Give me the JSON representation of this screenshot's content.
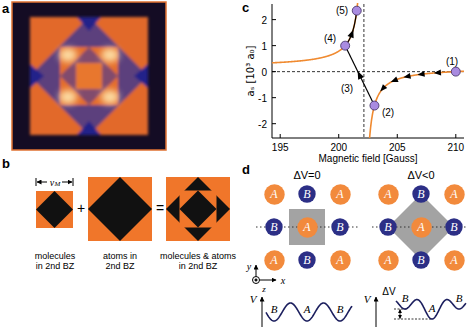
{
  "diagram": {
    "nodes": [
      {
        "text": [
          "A"
        ]
      },
      {
        "text": [
          "B"
        ]
      },
      {
        "text": [
          "A"
        ]
      },
      {
        "text": [
          "B"
        ]
      },
      {
        "text": [
          "A"
        ]
      },
      {
        "text": [
          "B"
        ]
      },
      {
        "text": [
          "A"
        ]
      },
      {
        "text": [
          "B"
        ]
      },
      {
        "text": [
          "A"
        ]
      },
      {
        "text": [
          "A"
        ]
      },
      {
        "text": [
          "B"
        ]
      },
      {
        "text": [
          "A"
        ]
      },
      {
        "text": [
          "B"
        ]
      },
      {
        "text": [
          "A"
        ]
      },
      {
        "text": [
          "B"
        ]
      },
      {
        "text": [
          "A"
        ]
      },
      {
        "text": [
          "B"
        ]
      },
      {
        "text": [
          "A"
        ]
      }
    ],
    "labels": [
      "a",
      "b",
      "v",
      "M",
      "+",
      "=",
      "molecules in 2nd BZ",
      "atoms in 2nd BZ",
      "molecules & atoms in 2nd BZ",
      "c",
      "aₛ [10³ a₀]",
      "2",
      "1",
      "0",
      "-1",
      "-2",
      "195",
      "200",
      "205",
      "210",
      "Magnetic field [Gauss]",
      "(1)",
      "(2)",
      "(3)",
      "(4)",
      "(5)",
      "d",
      "ΔV=0",
      "ΔV<0",
      "y",
      "x",
      "z",
      "V",
      "B",
      "A",
      "B",
      "V",
      "ΔV",
      "B",
      "A",
      "B"
    ]
  }
}
